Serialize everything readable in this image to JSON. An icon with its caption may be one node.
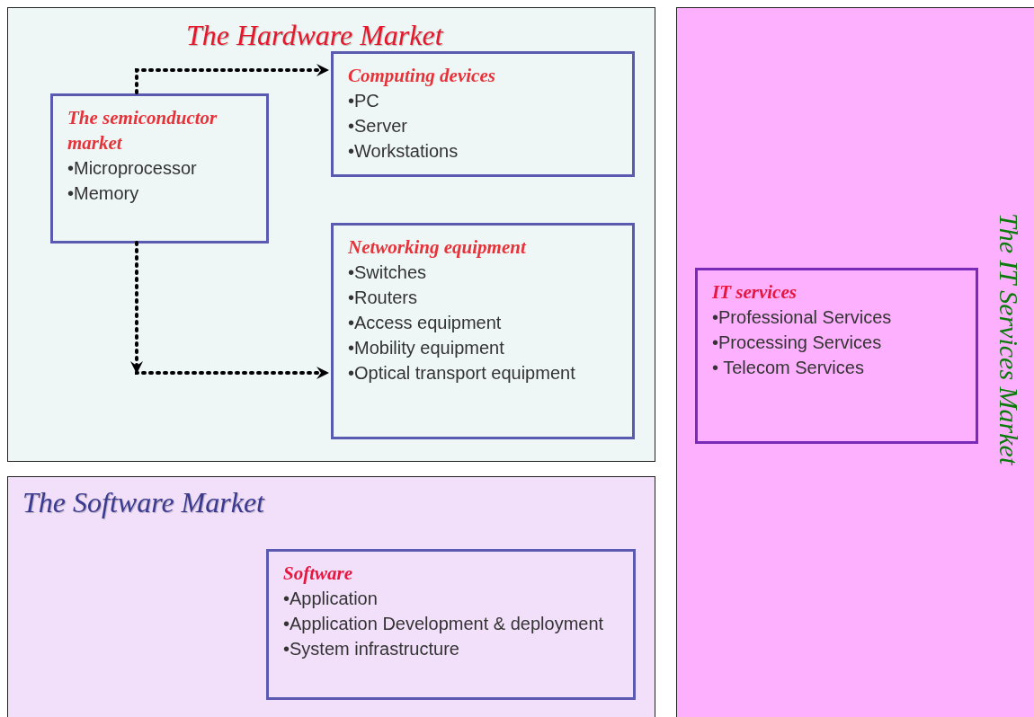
{
  "diagram": {
    "nodes": [
      {
        "text": [
          "The Hardware Market"
        ]
      },
      {
        "text": [
          "The semiconductor market",
          "•Microprocessor",
          "•Memory"
        ],
        "in": 0
      },
      {
        "text": [
          "Computing devices",
          "•PC",
          "•Server",
          "•Workstations"
        ],
        "in": 0
      },
      {
        "text": [
          "Networking equipment",
          "•Switches",
          "•Routers",
          "•Access equipment",
          "•Mobility equipment",
          "•Optical transport equipment"
        ],
        "in": 0
      },
      {
        "text": [
          "The Software Market"
        ]
      },
      {
        "text": [
          "Software",
          "•Application",
          "•Application Development & deployment",
          "•System infrastructure"
        ],
        "in": 4
      },
      {
        "text": [
          "The IT Services Market"
        ]
      },
      {
        "text": [
          "IT services",
          "•Professional Services",
          "•Processing Services",
          "• Telecom Services"
        ],
        "in": 6
      }
    ],
    "edges": [
      {
        "from": 1,
        "to": 2,
        "arrow": "to",
        "style": "dashed"
      },
      {
        "from": 1,
        "to": 3,
        "arrow": "to",
        "style": "dashed"
      }
    ]
  }
}
